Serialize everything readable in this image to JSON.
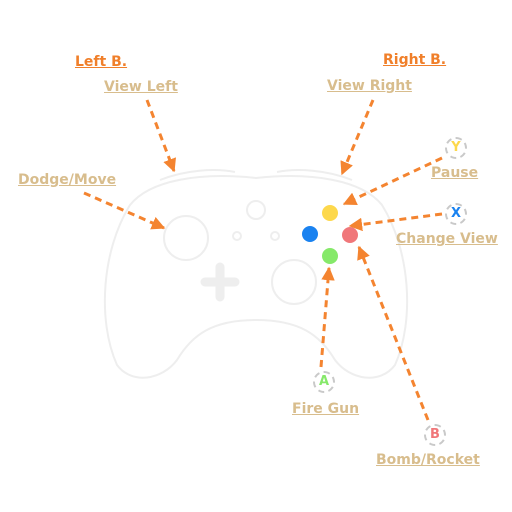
{
  "labels": {
    "left_bumper": "Left B.",
    "view_left": "View Left",
    "right_bumper": "Right B.",
    "view_right": "View Right",
    "dodge_move": "Dodge/Move",
    "pause": "Pause",
    "change_view": "Change View",
    "fire_gun": "Fire Gun",
    "bomb_rocket": "Bomb/Rocket"
  },
  "badges": {
    "y": "Y",
    "x": "X",
    "a": "A",
    "b": "B"
  },
  "colors": {
    "arrow": "#f48430",
    "heading": "#f07f2a",
    "label": "#d8bd8d",
    "y_button": "#fdd84c",
    "x_button": "#1a82f0",
    "a_button": "#86e96a",
    "b_button": "#f0777a",
    "badge_border": "#c9c9c9",
    "controller_outline": "#eeeeee"
  }
}
